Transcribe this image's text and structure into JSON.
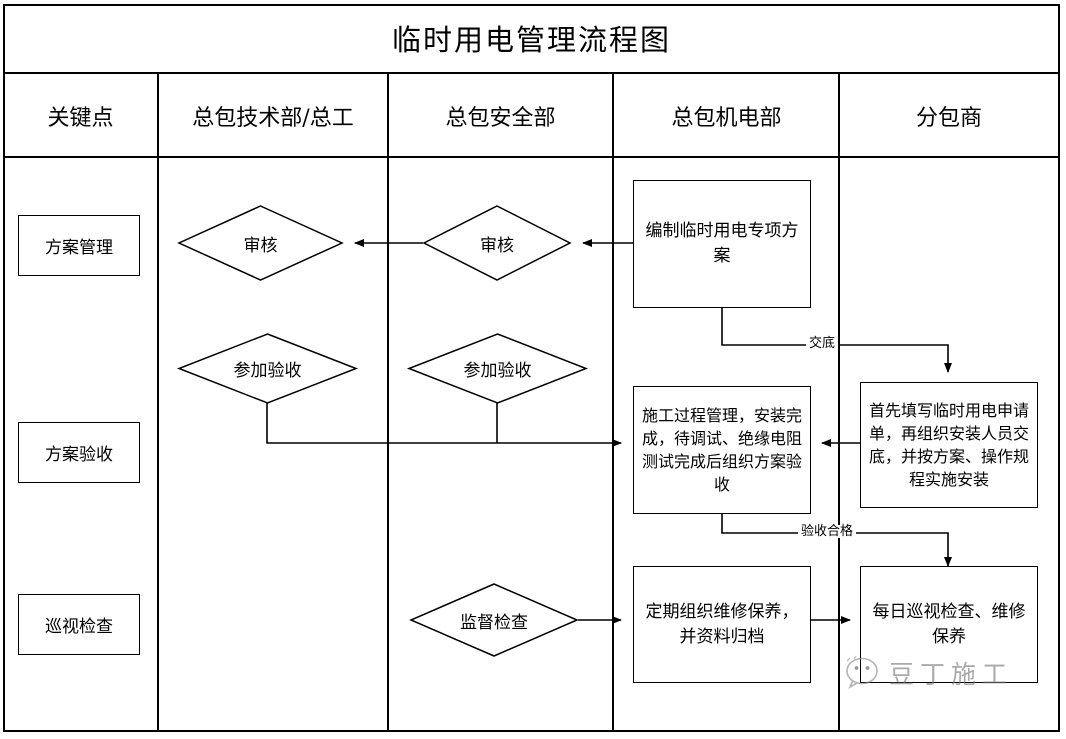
{
  "title": "临时用电管理流程图",
  "columns": [
    {
      "id": "key-point",
      "label": "关键点"
    },
    {
      "id": "tech-dept",
      "label": "总包技术部/总工"
    },
    {
      "id": "safety-dept",
      "label": "总包安全部"
    },
    {
      "id": "mech-dept",
      "label": "总包机电部"
    },
    {
      "id": "subcontractor",
      "label": "分包商"
    }
  ],
  "key_points": [
    {
      "id": "plan-management",
      "label": "方案管理"
    },
    {
      "id": "plan-acceptance",
      "label": "方案验收"
    },
    {
      "id": "patrol-inspection",
      "label": "巡视检查"
    }
  ],
  "nodes": {
    "review_tech": {
      "label": "审核",
      "shape": "diamond",
      "column": "tech-dept"
    },
    "review_safety": {
      "label": "审核",
      "shape": "diamond",
      "column": "safety-dept"
    },
    "join_accept_tech": {
      "label": "参加验收",
      "shape": "diamond",
      "column": "tech-dept"
    },
    "join_accept_safety": {
      "label": "参加验收",
      "shape": "diamond",
      "column": "safety-dept"
    },
    "supervise_check": {
      "label": "监督检查",
      "shape": "diamond",
      "column": "safety-dept"
    },
    "draft_plan": {
      "label": "编制临时用电专项方案",
      "shape": "rect",
      "column": "mech-dept"
    },
    "process_manage": {
      "label": "施工过程管理，安装完成，待调试、绝缘电阻测试完成后组织方案验收",
      "shape": "rect",
      "column": "mech-dept"
    },
    "maintenance_file": {
      "label": "定期组织维修保养，并资料归档",
      "shape": "rect",
      "column": "mech-dept"
    },
    "apply_install": {
      "label": "首先填写临时用电申请单，再组织安装人员交底，并按方案、操作规程实施安装",
      "shape": "rect",
      "column": "subcontractor"
    },
    "daily_patrol": {
      "label": "每日巡视检查、维修保养",
      "shape": "rect",
      "column": "subcontractor"
    }
  },
  "edge_labels": {
    "disclosure": "交底",
    "acceptance_pass": "验收合格"
  },
  "watermark": {
    "text": "豆丁施工",
    "icon": "wechat-logo-icon"
  },
  "colors": {
    "line": "#000000",
    "background": "#ffffff",
    "watermark": "#777777"
  }
}
